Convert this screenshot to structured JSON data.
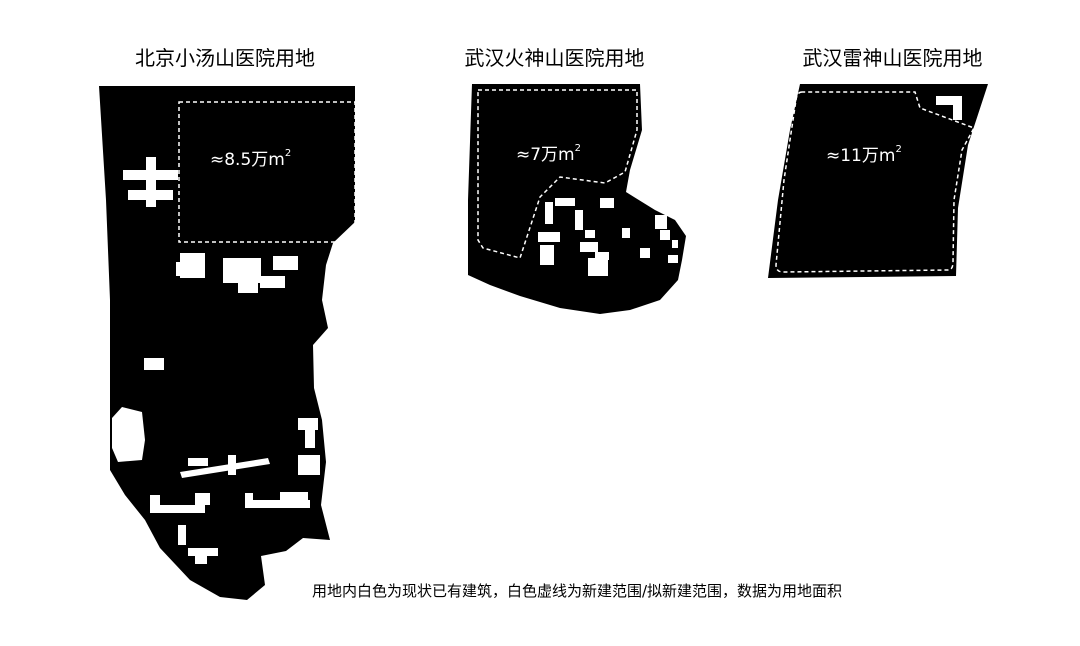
{
  "sites": [
    {
      "title": "北京小汤山医院用地",
      "area_value": "≈8.5万m",
      "area_unit_exp": "2"
    },
    {
      "title": "武汉火神山医院用地",
      "area_value": "≈7万m",
      "area_unit_exp": "2"
    },
    {
      "title": "武汉雷神山医院用地",
      "area_value": "≈11万m",
      "area_unit_exp": "2"
    }
  ],
  "caption": "用地内白色为现状已有建筑，白色虚线为新建范围/拟新建范围，数据为用地面积",
  "colors": {
    "site_fill": "#000000",
    "existing_buildings": "#ffffff",
    "new_boundary_dash": "#ffffff"
  }
}
